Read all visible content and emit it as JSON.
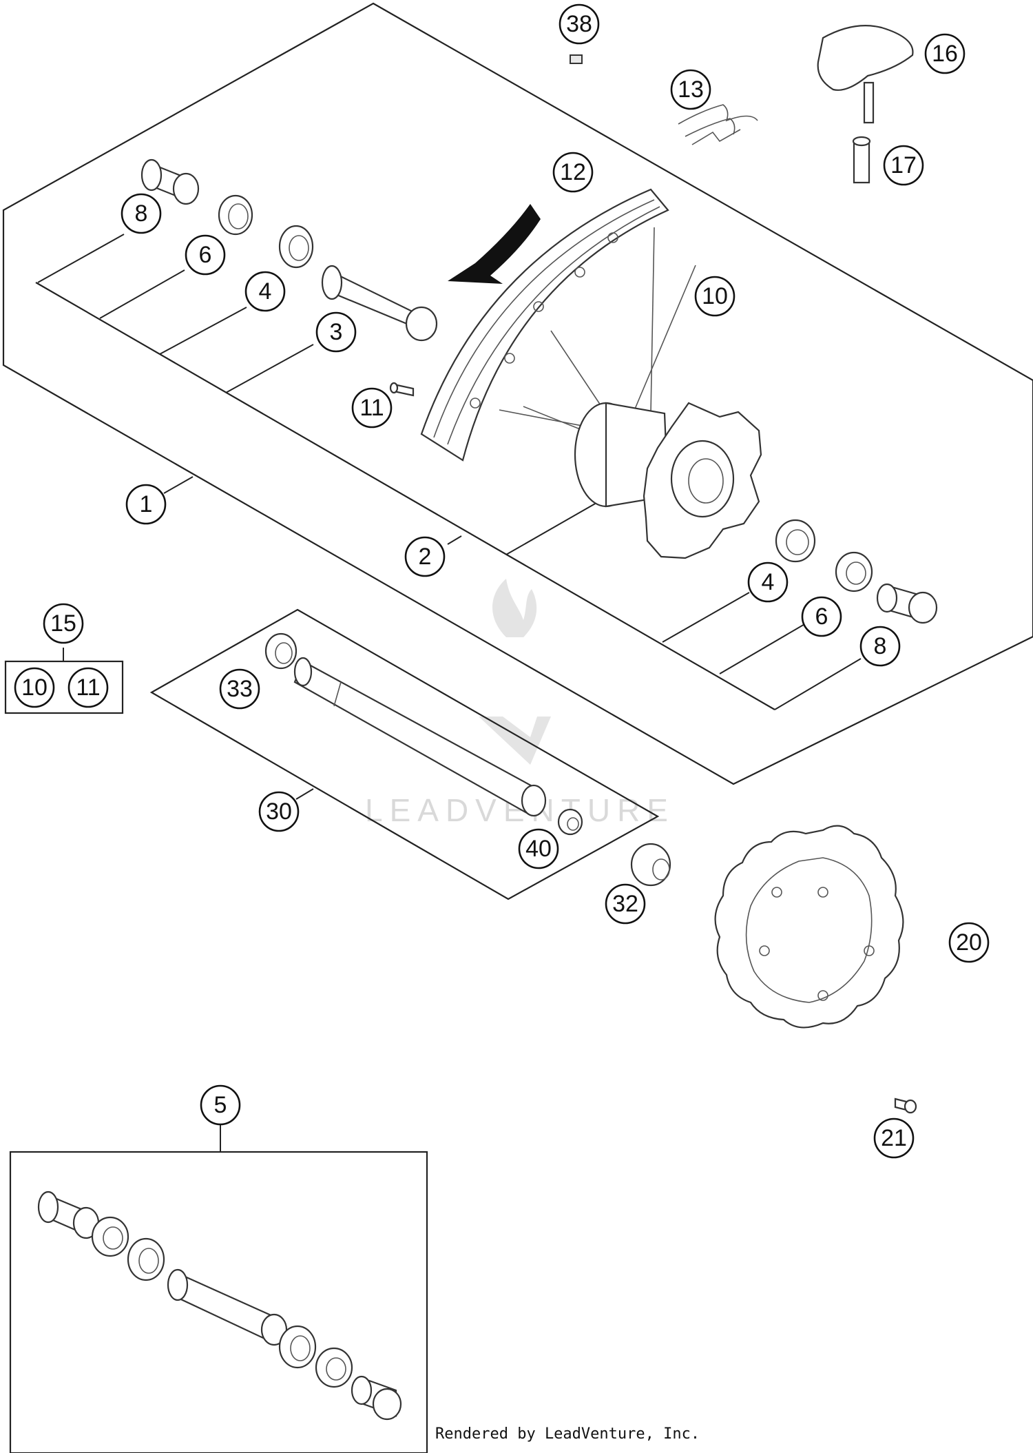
{
  "callouts": [
    {
      "id": "c38",
      "label": "38"
    },
    {
      "id": "c16",
      "label": "16"
    },
    {
      "id": "c13",
      "label": "13"
    },
    {
      "id": "c17",
      "label": "17"
    },
    {
      "id": "c12",
      "label": "12"
    },
    {
      "id": "c8a",
      "label": "8"
    },
    {
      "id": "c6a",
      "label": "6"
    },
    {
      "id": "c4a",
      "label": "4"
    },
    {
      "id": "c3",
      "label": "3"
    },
    {
      "id": "c10a",
      "label": "10"
    },
    {
      "id": "c11a",
      "label": "11"
    },
    {
      "id": "c1",
      "label": "1"
    },
    {
      "id": "c2",
      "label": "2"
    },
    {
      "id": "c4b",
      "label": "4"
    },
    {
      "id": "c6b",
      "label": "6"
    },
    {
      "id": "c8b",
      "label": "8"
    },
    {
      "id": "c15",
      "label": "15"
    },
    {
      "id": "c10b",
      "label": "10"
    },
    {
      "id": "c11b",
      "label": "11"
    },
    {
      "id": "c33",
      "label": "33"
    },
    {
      "id": "c30",
      "label": "30"
    },
    {
      "id": "c40",
      "label": "40"
    },
    {
      "id": "c32",
      "label": "32"
    },
    {
      "id": "c20",
      "label": "20"
    },
    {
      "id": "c21",
      "label": "21"
    },
    {
      "id": "c5",
      "label": "5"
    }
  ],
  "watermark": {
    "text": "LEADVENTURE"
  },
  "footer": {
    "text": "Rendered by LeadVenture, Inc."
  }
}
